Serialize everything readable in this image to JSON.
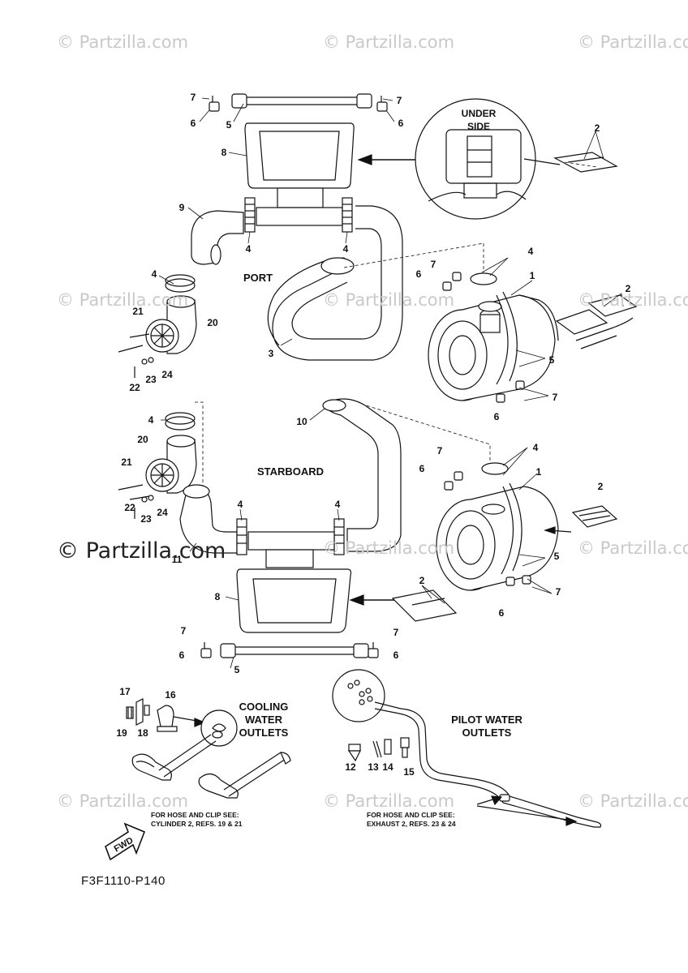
{
  "watermark": {
    "text": "© Partzilla.com",
    "color": "#c9c9c9"
  },
  "labels": {
    "under_side": "UNDER SIDE",
    "port": "PORT",
    "starboard": "STARBOARD",
    "cooling_water_outlets": "COOLING WATER OUTLETS",
    "pilot_water_outlets": "PILOT WATER OUTLETS",
    "note_cooling_line1": "FOR HOSE AND CLIP SEE:",
    "note_cooling_line2": "CYLINDER 2, REFS. 19 & 21",
    "note_pilot_line1": "FOR HOSE AND CLIP SEE:",
    "note_pilot_line2": "EXHAUST 2, REFS. 23 & 24",
    "fwd": "FWD",
    "diagram_code": "F3F1110-P140"
  },
  "callouts": [
    "1",
    "2",
    "3",
    "4",
    "5",
    "6",
    "7",
    "8",
    "9",
    "10",
    "11",
    "12",
    "13",
    "14",
    "15",
    "16",
    "17",
    "18",
    "19",
    "20",
    "21",
    "22",
    "23",
    "24"
  ]
}
